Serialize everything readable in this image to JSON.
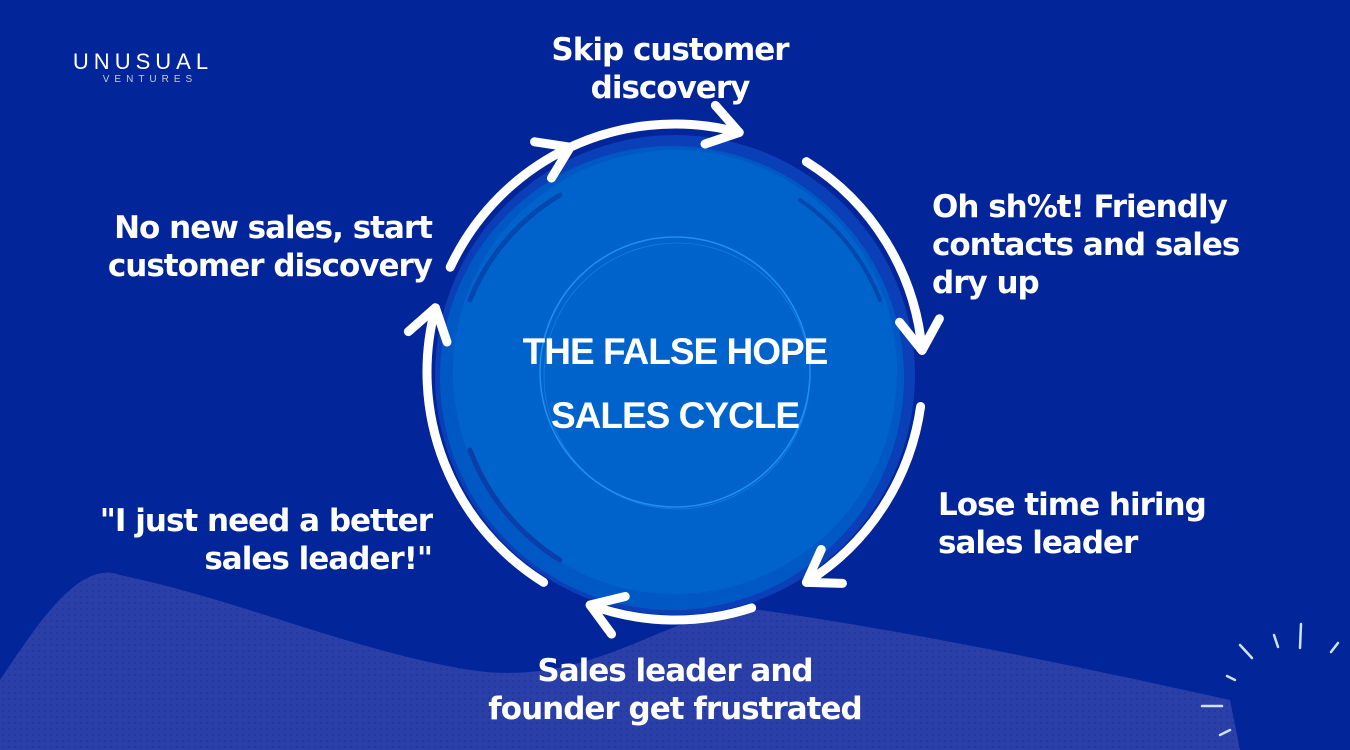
{
  "logo": {
    "line1": "UNUSUAL",
    "line2": "VENTURES"
  },
  "center": {
    "title_line1": "THE FALSE HOPE",
    "title_line2": "SALES CYCLE"
  },
  "steps": [
    {
      "id": "skip-discovery",
      "line1": "Skip customer",
      "line2": "discovery"
    },
    {
      "id": "contacts-dry-up",
      "line1": "Oh sh%t! Friendly",
      "line2": "contacts and sales",
      "line3": "dry up"
    },
    {
      "id": "hire-sales-leader",
      "line1": "Lose time hiring",
      "line2": "sales leader"
    },
    {
      "id": "frustration",
      "line1": "Sales leader and",
      "line2": "founder get frustrated"
    },
    {
      "id": "better-leader",
      "line1": "\"I just need a better",
      "line2": "sales leader!\""
    },
    {
      "id": "start-discovery",
      "line1": "No new sales, start",
      "line2": "customer discovery"
    }
  ],
  "colors": {
    "background": "#02259a",
    "circle_fill": "#0063cc",
    "circle_ring": "#1f8ff0",
    "arrow": "#ffffff",
    "wave": "#2a3fa8"
  },
  "icons": {
    "cycle_arrows": "clockwise-arrow-icon",
    "sparkle": "burst-lines-icon"
  }
}
